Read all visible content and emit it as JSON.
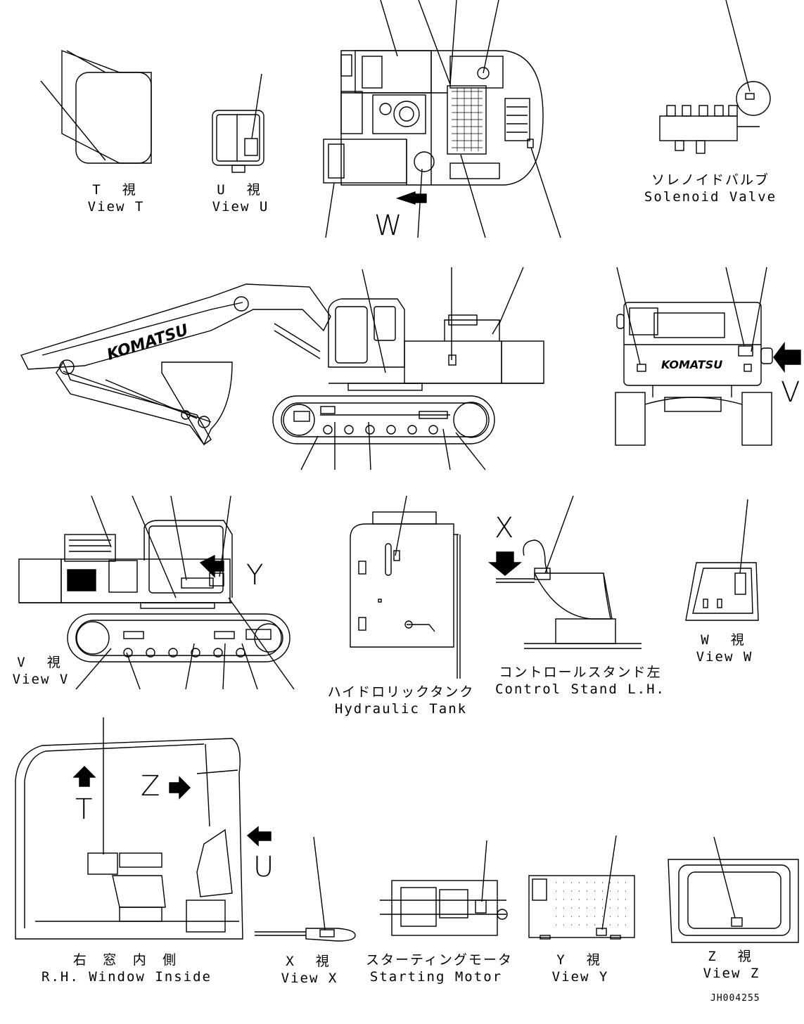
{
  "views": {
    "t": {
      "jp": "T　視",
      "en": "View T"
    },
    "u": {
      "jp": "U　視",
      "en": "View U"
    },
    "v": {
      "jp": "V　視",
      "en": "View V"
    },
    "w": {
      "jp": "W　視",
      "en": "View W"
    },
    "x": {
      "jp": "X　視",
      "en": "View X"
    },
    "y": {
      "jp": "Y　視",
      "en": "View Y"
    },
    "z": {
      "jp": "Z　視",
      "en": "View Z"
    }
  },
  "components": {
    "solenoid_valve": {
      "jp": "ソレノイドバルブ",
      "en": "Solenoid Valve"
    },
    "hydraulic_tank": {
      "jp": "ハイドロリックタンク",
      "en": "Hydraulic Tank"
    },
    "control_stand": {
      "jp": "コントロールスタンド左",
      "en": "Control Stand L.H."
    },
    "rh_window": {
      "jp": "右 窓 内 側",
      "en": "R.H. Window Inside"
    },
    "starting_motor": {
      "jp": "スターティングモータ",
      "en": "Starting Motor"
    }
  },
  "view_markers": {
    "w": "W",
    "v": "V",
    "y": "Y",
    "x": "X",
    "t": "T",
    "z": "Z",
    "u": "U"
  },
  "brand": "KOMATSU",
  "drawing_code": "JH004255"
}
